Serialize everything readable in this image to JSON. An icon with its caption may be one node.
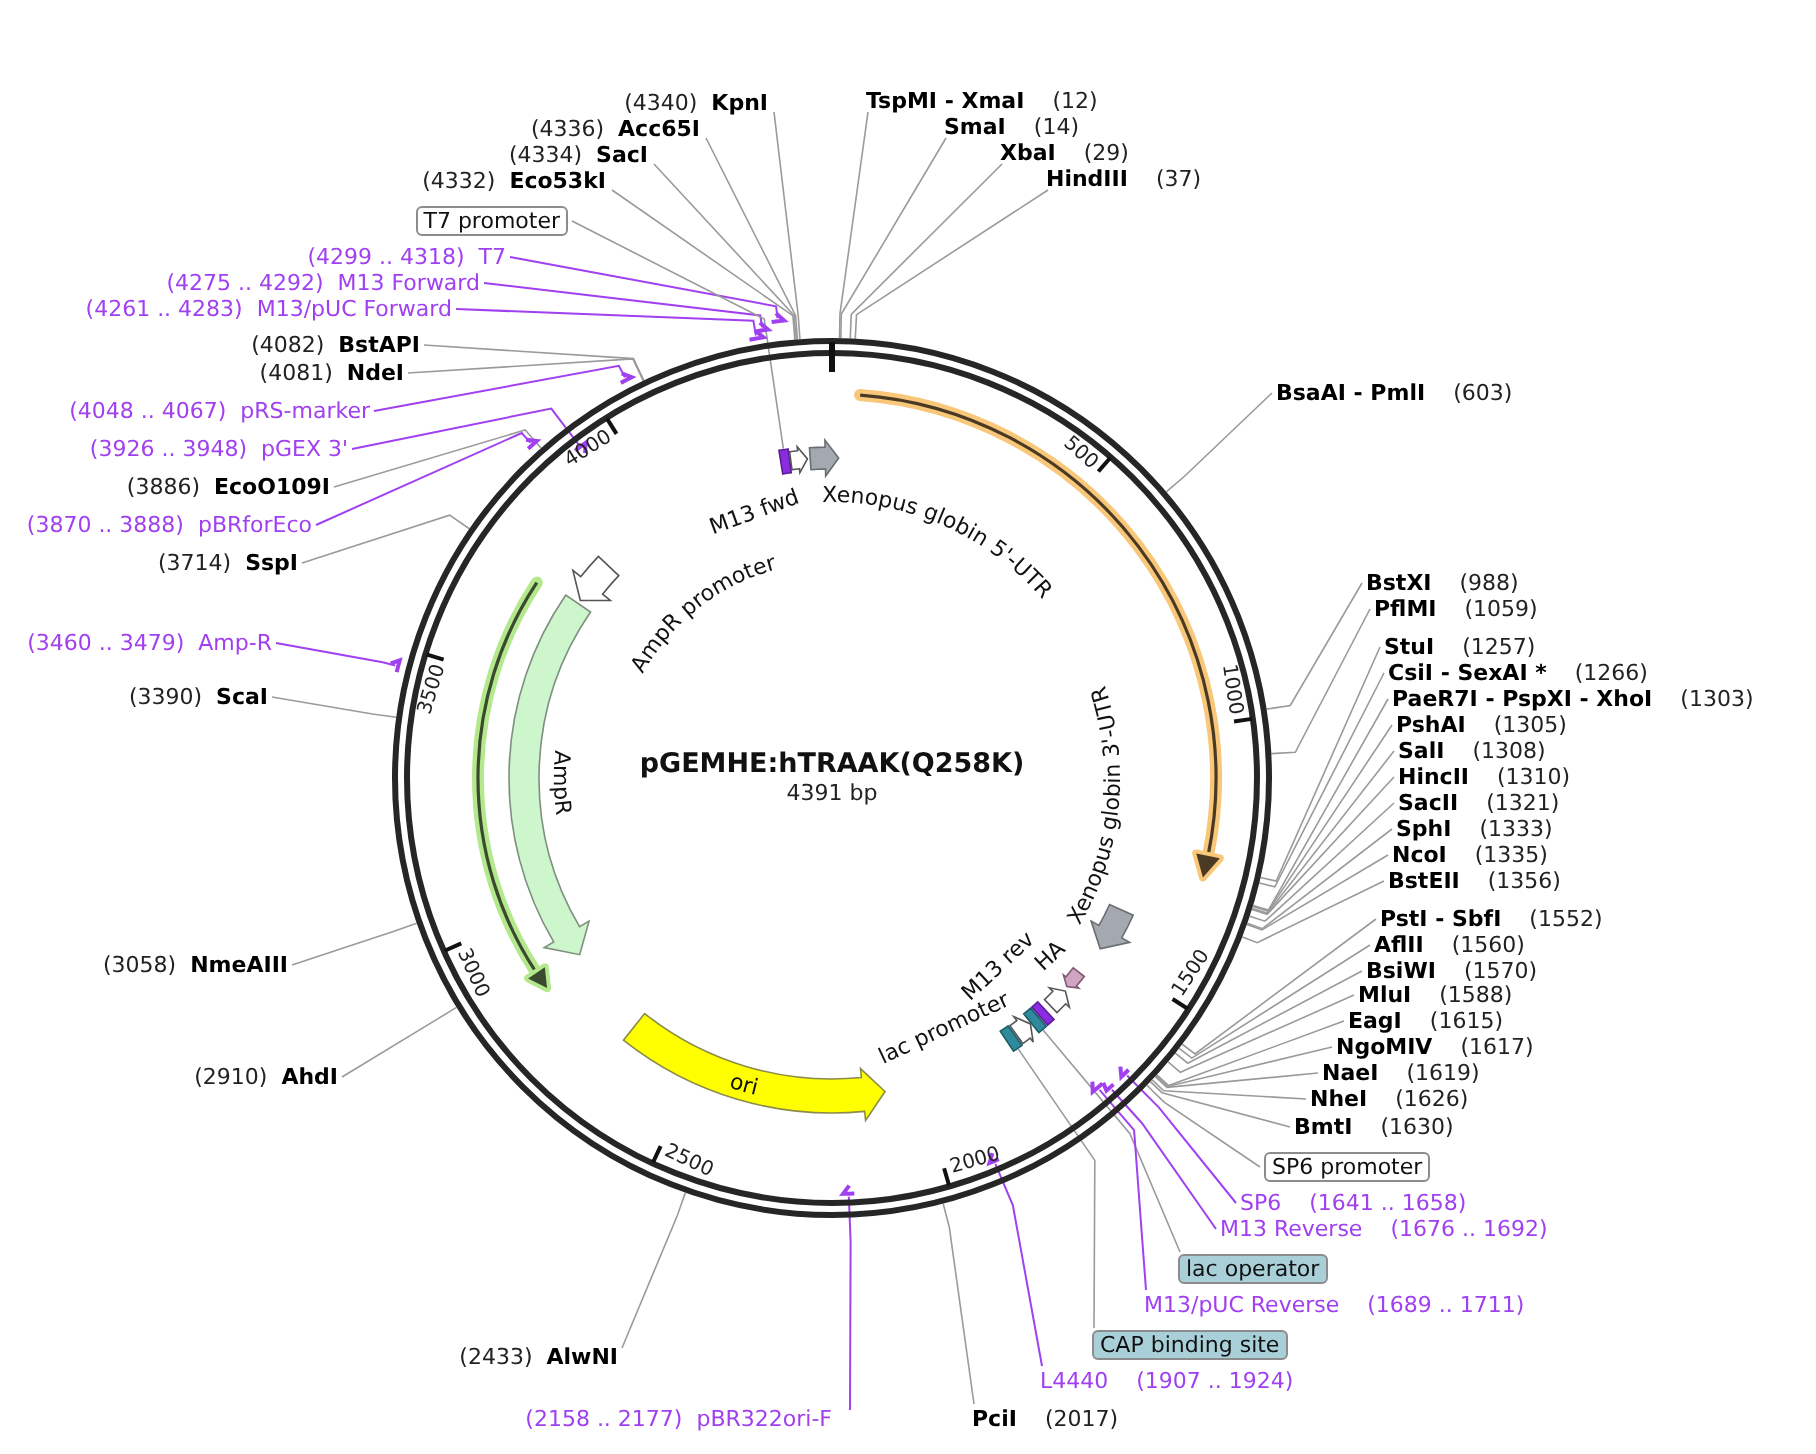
{
  "diagram": {
    "title": "pGEMHE:hTRAAK(Q258K)",
    "nodes": [
      {
        "text": [],
        "shape": "circle"
      },
      {
        "text": [],
        "shape": "box",
        "in": 0
      },
      {
        "text": [],
        "shape": "arrow",
        "in": 0,
        "beside": [
          "M13 fwd"
        ]
      },
      {
        "text": [],
        "shape": "arrow",
        "in": 0,
        "beside": [
          "Xenopus globin 5'-UTR"
        ]
      },
      {
        "text": [],
        "shape": "arrow",
        "in": 0
      },
      {
        "text": [],
        "shape": "arrow",
        "in": 0,
        "beside": [
          "Xenopus globin 3'-UTR"
        ]
      },
      {
        "text": [],
        "shape": "arrow",
        "in": 0,
        "beside": [
          "HA"
        ]
      },
      {
        "text": [],
        "shape": "arrow",
        "in": 0,
        "beside": [
          "M13 rev"
        ]
      },
      {
        "text": [],
        "shape": "box",
        "in": 0
      },
      {
        "text": [],
        "shape": "box",
        "in": 0
      },
      {
        "text": [],
        "shape": "arrow",
        "in": 0,
        "beside": [
          "lac promoter"
        ]
      },
      {
        "text": [],
        "shape": "box",
        "in": 0
      },
      {
        "text": [
          "ori"
        ],
        "in": 0
      },
      {
        "text": [],
        "shape": "arrow",
        "in": 0
      },
      {
        "text": [],
        "shape": "arrow",
        "in": 0,
        "beside": [
          "AmpR"
        ]
      },
      {
        "text": [],
        "shape": "arrow",
        "in": 0,
        "beside": [
          "AmpR promoter"
        ]
      },
      {
        "text": [
          "TspMI - XmaI",
          "(12)"
        ]
      },
      {
        "text": [
          "SmaI",
          "(14)"
        ]
      },
      {
        "text": [
          "XbaI",
          "(29)"
        ]
      },
      {
        "text": [
          "HindIII",
          "(37)"
        ]
      },
      {
        "text": [
          "BsaAI - PmlI",
          "(603)"
        ]
      },
      {
        "text": [
          "BstXI",
          "(988)"
        ]
      },
      {
        "text": [
          "PflMI",
          "(1059)"
        ]
      },
      {
        "text": [
          "StuI",
          "(1257)"
        ]
      },
      {
        "text": [
          "CsiI - SexAI *",
          "(1266)"
        ]
      },
      {
        "text": [
          "PaeR7I - PspXI - XhoI",
          "(1303)"
        ]
      },
      {
        "text": [
          "PshAI",
          "(1305)"
        ]
      },
      {
        "text": [
          "SalI",
          "(1308)"
        ]
      },
      {
        "text": [
          "HincII",
          "(1310)"
        ]
      },
      {
        "text": [
          "SacII",
          "(1321)"
        ]
      },
      {
        "text": [
          "SphI",
          "(1333)"
        ]
      },
      {
        "text": [
          "NcoI",
          "(1335)"
        ]
      },
      {
        "text": [
          "BstEII",
          "(1356)"
        ]
      },
      {
        "text": [
          "PstI - SbfI",
          "(1552)"
        ]
      },
      {
        "text": [
          "AflII",
          "(1560)"
        ]
      },
      {
        "text": [
          "BsiWI",
          "(1570)"
        ]
      },
      {
        "text": [
          "MluI",
          "(1588)"
        ]
      },
      {
        "text": [
          "EagI",
          "(1615)"
        ]
      },
      {
        "text": [
          "NgoMIV",
          "(1617)"
        ]
      },
      {
        "text": [
          "NaeI",
          "(1619)"
        ]
      },
      {
        "text": [
          "NheI",
          "(1626)"
        ]
      },
      {
        "text": [
          "BmtI",
          "(1630)"
        ]
      },
      {
        "text": [
          "SP6 promoter"
        ]
      },
      {
        "text": [
          "SP6",
          "(1641 .. 1658)"
        ]
      },
      {
        "text": [
          "M13 Reverse",
          "(1676 .. 1692)"
        ]
      },
      {
        "text": [
          "lac operator"
        ]
      },
      {
        "text": [
          "M13/pUC Reverse",
          "(1689 .. 1711)"
        ]
      },
      {
        "text": [
          "CAP binding site"
        ]
      },
      {
        "text": [
          "L4440",
          "(1907 .. 1924)"
        ]
      },
      {
        "text": [
          "PciI",
          "(2017)"
        ]
      },
      {
        "text": [
          "(2158 .. 2177)",
          "pBR322ori-F"
        ]
      },
      {
        "text": [
          "(2433)",
          "AlwNI"
        ]
      },
      {
        "text": [
          "(2910)",
          "AhdI"
        ]
      },
      {
        "text": [
          "(3058)",
          "NmeAIII"
        ]
      },
      {
        "text": [
          "(3390)",
          "ScaI"
        ]
      },
      {
        "text": [
          "(3460 .. 3479)",
          "Amp-R"
        ]
      },
      {
        "text": [
          "(3714)",
          "SspI"
        ]
      },
      {
        "text": [
          "(3870 .. 3888)",
          "pBRforEco"
        ]
      },
      {
        "text": [
          "(3886)",
          "EcoO109I"
        ]
      },
      {
        "text": [
          "(3926 .. 3948)",
          "pGEX 3'"
        ]
      },
      {
        "text": [
          "(4048 .. 4067)",
          "pRS-marker"
        ]
      },
      {
        "text": [
          "(4081)",
          "NdeI"
        ]
      },
      {
        "text": [
          "(4082)",
          "BstAPI"
        ]
      },
      {
        "text": [
          "(4261 .. 4283)",
          "M13/pUC Forward"
        ]
      },
      {
        "text": [
          "(4275 .. 4292)",
          "M13 Forward"
        ]
      },
      {
        "text": [
          "(4299 .. 4318)",
          "T7"
        ]
      },
      {
        "text": [
          "T7 promoter"
        ]
      },
      {
        "text": [
          "(4332)",
          "Eco53kI"
        ]
      },
      {
        "text": [
          "(4334)",
          "SacI"
        ]
      },
      {
        "text": [
          "(4336)",
          "Acc65I"
        ]
      },
      {
        "text": [
          "(4340)",
          "KpnI"
        ]
      },
      {
        "text": [],
        "shape": "arrow",
        "in": 0
      },
      {
        "text": [],
        "shape": "arrow",
        "in": 0
      },
      {
        "text": [],
        "shape": "arrow",
        "in": 0
      },
      {
        "text": [],
        "shape": "arrow",
        "in": 0
      },
      {
        "text": [],
        "shape": "arrow",
        "in": 0
      },
      {
        "text": [],
        "shape": "arrow"
      },
      {
        "text": [],
        "shape": "arrow"
      },
      {
        "text": [],
        "shape": "arrow",
        "in": 0
      },
      {
        "text": [],
        "shape": "arrow"
      },
      {
        "text": [],
        "shape": "arrow"
      },
      {
        "text": [],
        "shape": "arrow"
      },
      {
        "text": [],
        "shape": "arrow"
      }
    ],
    "edges": [
      {
        "from": 16,
        "to": 0,
        "arrow": "none"
      },
      {
        "from": 17,
        "to": 0,
        "arrow": "none"
      },
      {
        "from": 18,
        "to": 0,
        "arrow": "none"
      },
      {
        "from": 19,
        "to": 0,
        "arrow": "none"
      },
      {
        "from": 20,
        "to": 0,
        "arrow": "none"
      },
      {
        "from": 21,
        "to": 0,
        "arrow": "none"
      },
      {
        "from": 22,
        "to": 0,
        "arrow": "none"
      },
      {
        "from": 23,
        "to": 0,
        "arrow": "none"
      },
      {
        "from": 24,
        "to": 0,
        "arrow": "none"
      },
      {
        "from": 25,
        "to": 0,
        "arrow": "none"
      },
      {
        "from": 26,
        "to": 0,
        "arrow": "none"
      },
      {
        "from": 27,
        "to": 0,
        "arrow": "none"
      },
      {
        "from": 28,
        "to": 0,
        "arrow": "none"
      },
      {
        "from": 29,
        "to": 0,
        "arrow": "none"
      },
      {
        "from": 30,
        "to": 0,
        "arrow": "none"
      },
      {
        "from": 31,
        "to": 0,
        "arrow": "none"
      },
      {
        "from": 32,
        "to": 0,
        "arrow": "none"
      },
      {
        "from": 33,
        "to": 0,
        "arrow": "none"
      },
      {
        "from": 34,
        "to": 0,
        "arrow": "none"
      },
      {
        "from": 35,
        "to": 0,
        "arrow": "none"
      },
      {
        "from": 36,
        "to": 0,
        "arrow": "none"
      },
      {
        "from": 37,
        "to": 0,
        "arrow": "none"
      },
      {
        "from": 38,
        "to": 0,
        "arrow": "none"
      },
      {
        "from": 39,
        "to": 0,
        "arrow": "none"
      },
      {
        "from": 40,
        "to": 0,
        "arrow": "none"
      },
      {
        "from": 41,
        "to": 0,
        "arrow": "none"
      },
      {
        "from": 42,
        "to": 0,
        "arrow": "none"
      },
      {
        "from": 43,
        "to": 71,
        "arrow": "none",
        "color": "#a040f0"
      },
      {
        "from": 44,
        "to": 72,
        "arrow": "none",
        "color": "#a040f0"
      },
      {
        "from": 45,
        "to": 9,
        "arrow": "none"
      },
      {
        "from": 46,
        "to": 73,
        "arrow": "none",
        "color": "#a040f0"
      },
      {
        "from": 47,
        "to": 11,
        "arrow": "none"
      },
      {
        "from": 48,
        "to": 74,
        "arrow": "none",
        "color": "#a040f0"
      },
      {
        "from": 49,
        "to": 0,
        "arrow": "none"
      },
      {
        "from": 50,
        "to": 75,
        "arrow": "none",
        "color": "#a040f0"
      },
      {
        "from": 51,
        "to": 0,
        "arrow": "none"
      },
      {
        "from": 52,
        "to": 0,
        "arrow": "none"
      },
      {
        "from": 53,
        "to": 0,
        "arrow": "none"
      },
      {
        "from": 54,
        "to": 0,
        "arrow": "none"
      },
      {
        "from": 55,
        "to": 76,
        "arrow": "none",
        "color": "#a040f0"
      },
      {
        "from": 56,
        "to": 0,
        "arrow": "none"
      },
      {
        "from": 57,
        "to": 77,
        "arrow": "none",
        "color": "#a040f0"
      },
      {
        "from": 58,
        "to": 0,
        "arrow": "none"
      },
      {
        "from": 59,
        "to": 78,
        "arrow": "none",
        "color": "#a040f0"
      },
      {
        "from": 60,
        "to": 79,
        "arrow": "none",
        "color": "#a040f0"
      },
      {
        "from": 61,
        "to": 0,
        "arrow": "none"
      },
      {
        "from": 62,
        "to": 0,
        "arrow": "none"
      },
      {
        "from": 63,
        "to": 80,
        "arrow": "none",
        "color": "#a040f0"
      },
      {
        "from": 64,
        "to": 81,
        "arrow": "none",
        "color": "#a040f0"
      },
      {
        "from": 65,
        "to": 82,
        "arrow": "none",
        "color": "#a040f0"
      },
      {
        "from": 66,
        "to": 1,
        "arrow": "none"
      },
      {
        "from": 67,
        "to": 0,
        "arrow": "none"
      },
      {
        "from": 68,
        "to": 0,
        "arrow": "none"
      },
      {
        "from": 69,
        "to": 0,
        "arrow": "none"
      },
      {
        "from": 70,
        "to": 0,
        "arrow": "none"
      }
    ],
    "labels": [
      "4391 bp",
      "500",
      "1000",
      "1500",
      "2000",
      "2500",
      "3000",
      "3500",
      "4000"
    ]
  }
}
